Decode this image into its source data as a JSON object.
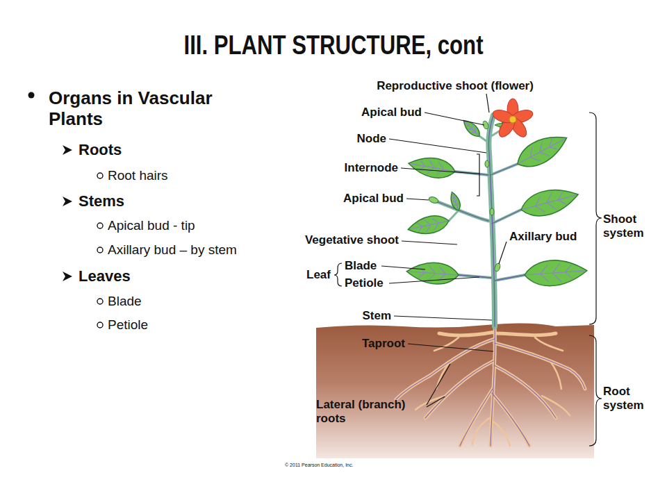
{
  "diagram": {
    "title": "III. PLANT STRUCTURE, cont",
    "labels": [
      "Organs in Vascular Plants",
      "Roots",
      "Root hairs",
      "Stems",
      "Apical bud - tip",
      "Axillary bud – by stem",
      "Leaves",
      "Blade",
      "Petiole",
      "Reproductive shoot (flower)",
      "Apical bud",
      "Node",
      "Internode",
      "Apical bud",
      "Vegetative shoot",
      "Axillary bud",
      "Leaf",
      "Blade",
      "Petiole",
      "Stem",
      "Taproot",
      "Lateral (branch) roots",
      "Shoot system",
      "Root system",
      "© 2011 Pearson Education, Inc."
    ]
  }
}
